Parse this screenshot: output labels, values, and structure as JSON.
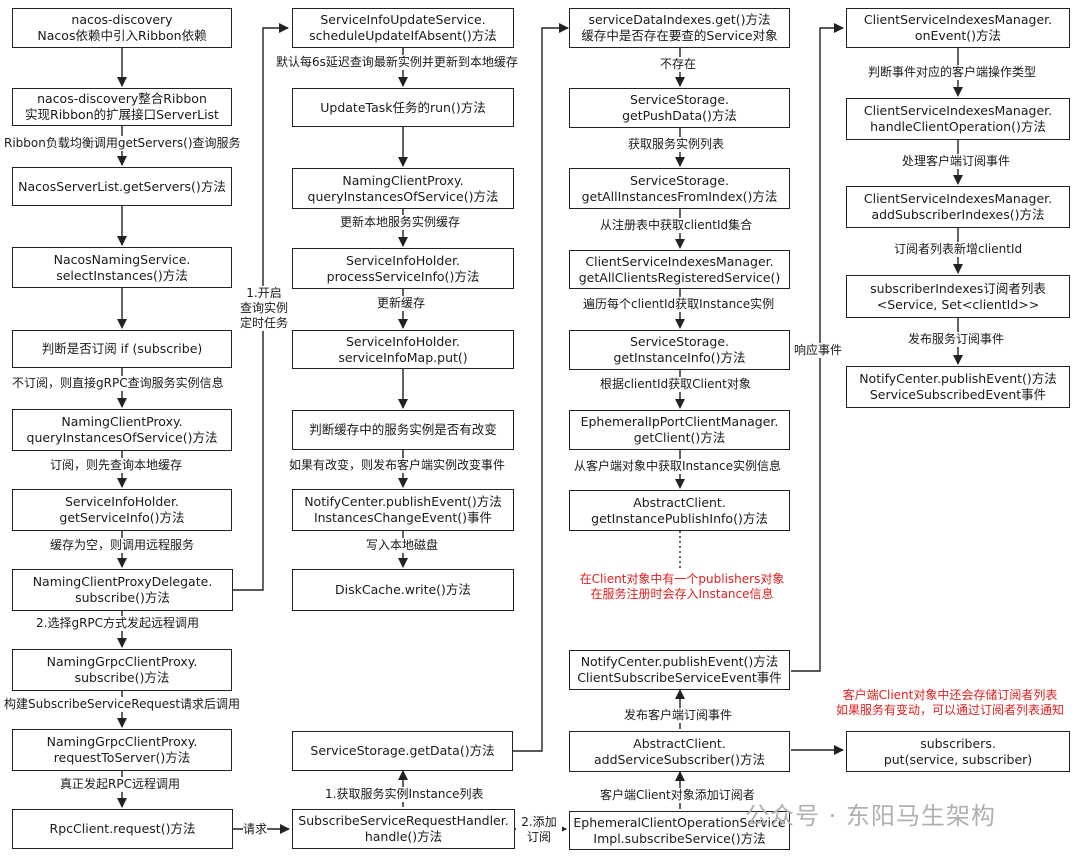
{
  "col1": {
    "b1": "nacos-discovery\nNacos依赖中引入Ribbon依赖",
    "b2": "nacos-discovery整合Ribbon\n实现Ribbon的扩展接口ServerList",
    "l2": "Ribbon负载均衡调用getServers()查询服务",
    "b3": "NacosServerList.getServers()方法",
    "b4": "NacosNamingService.\nselectInstances()方法",
    "b5": "判断是否订阅 if (subscribe)",
    "l5": "不订阅，则直接gRPC查询服务实例信息",
    "b6": "NamingClientProxy.\nqueryInstancesOfService()方法",
    "l6": "订阅，则先查询本地缓存",
    "b7": "ServiceInfoHolder.\ngetServiceInfo()方法",
    "l7": "缓存为空，则调用远程服务",
    "b8": "NamingClientProxyDelegate.\nsubscribe()方法",
    "l8": "2.选择gRPC方式发起远程调用",
    "b9": "NamingGrpcClientProxy.\nsubscribe()方法",
    "l9": "构建SubscribeServiceRequest请求后调用",
    "b10": "NamingGrpcClientProxy.\nrequestToServer()方法",
    "l10": "真正发起RPC远程调用",
    "b11": "RpcClient.request()方法"
  },
  "col2": {
    "b1": "ServiceInfoUpdateService.\nscheduleUpdateIfAbsent()方法",
    "l1": "默认每6s延迟查询最新实例并更新到本地缓存",
    "b2": "UpdateTask任务的run()方法",
    "b3": "NamingClientProxy.\nqueryInstancesOfService()方法",
    "l3": "更新本地服务实例缓存",
    "b4": "ServiceInfoHolder.\nprocessServiceInfo()方法",
    "l4": "更新缓存",
    "b5": "ServiceInfoHolder.\nserviceInfoMap.put()",
    "b6": "判断缓存中的服务实例是否有改变",
    "l6": "如果有改变，则发布客户端实例改变事件",
    "b7": "NotifyCenter.publishEvent()方法\nInstancesChangeEvent()事件",
    "l7": "写入本地磁盘",
    "b8": "DiskCache.write()方法",
    "b9": "ServiceStorage.getData()方法",
    "l9": "1.获取服务实例Instance列表",
    "b10": "SubscribeServiceRequestHandler.\nhandle()方法"
  },
  "col3": {
    "b1": "serviceDataIndexes.get()方法\n缓存中是否存在要查的Service对象",
    "l1": "不存在",
    "b2": "ServiceStorage.\ngetPushData()方法",
    "l2": "获取服务实例列表",
    "b3": "ServiceStorage.\ngetAllInstancesFromIndex()方法",
    "l3": "从注册表中获取clientId集合",
    "b4": "ClientServiceIndexesManager.\ngetAllClientsRegisteredService()",
    "l4": "遍历每个clientId获取Instance实例",
    "b5": "ServiceStorage.\ngetInstanceInfo()方法",
    "l5": "根据clientId获取Client对象",
    "b6": "EphemeralIpPortClientManager.\ngetClient()方法",
    "l6": "从客户端对象中获取Instance实例信息",
    "b7": "AbstractClient.\ngetInstancePublishInfo()方法",
    "note": "在Client对象中有一个publishers对象\n在服务注册时会存入Instance信息",
    "b8": "NotifyCenter.publishEvent()方法\nClientSubscribeServiceEvent事件",
    "l8": "发布客户端订阅事件",
    "b9": "AbstractClient.\naddServiceSubscriber()方法",
    "l9": "客户端Client对象添加订阅者",
    "b10": "EphemeralClientOperationService\nImpl.subscribeService()方法"
  },
  "col4": {
    "b1": "ClientServiceIndexesManager.\nonEvent()方法",
    "l1": "判断事件对应的客户端操作类型",
    "b2": "ClientServiceIndexesManager.\nhandleClientOperation()方法",
    "l2": "处理客户端订阅事件",
    "b3": "ClientServiceIndexesManager.\naddSubscriberIndexes()方法",
    "l3": "订阅者列表新增clientId",
    "b4": "subscriberIndexes订阅者列表\n<Service, Set<clientId>>",
    "l4": "发布服务订阅事件",
    "b5": "NotifyCenter.publishEvent()方法\nServiceSubscribedEvent事件",
    "note": "客户端Client对象中还会存储订阅者列表\n如果服务有变动，可以通过订阅者列表通知",
    "b6": "subscribers.\nput(service, subscriber)"
  },
  "connectors": {
    "timer": "1.开启\n查询实例\n定时任务",
    "request": "请求",
    "add_sub": "2.添加\n订阅",
    "response": "响应事件"
  },
  "watermark": "公众号 · 东阳马生架构"
}
